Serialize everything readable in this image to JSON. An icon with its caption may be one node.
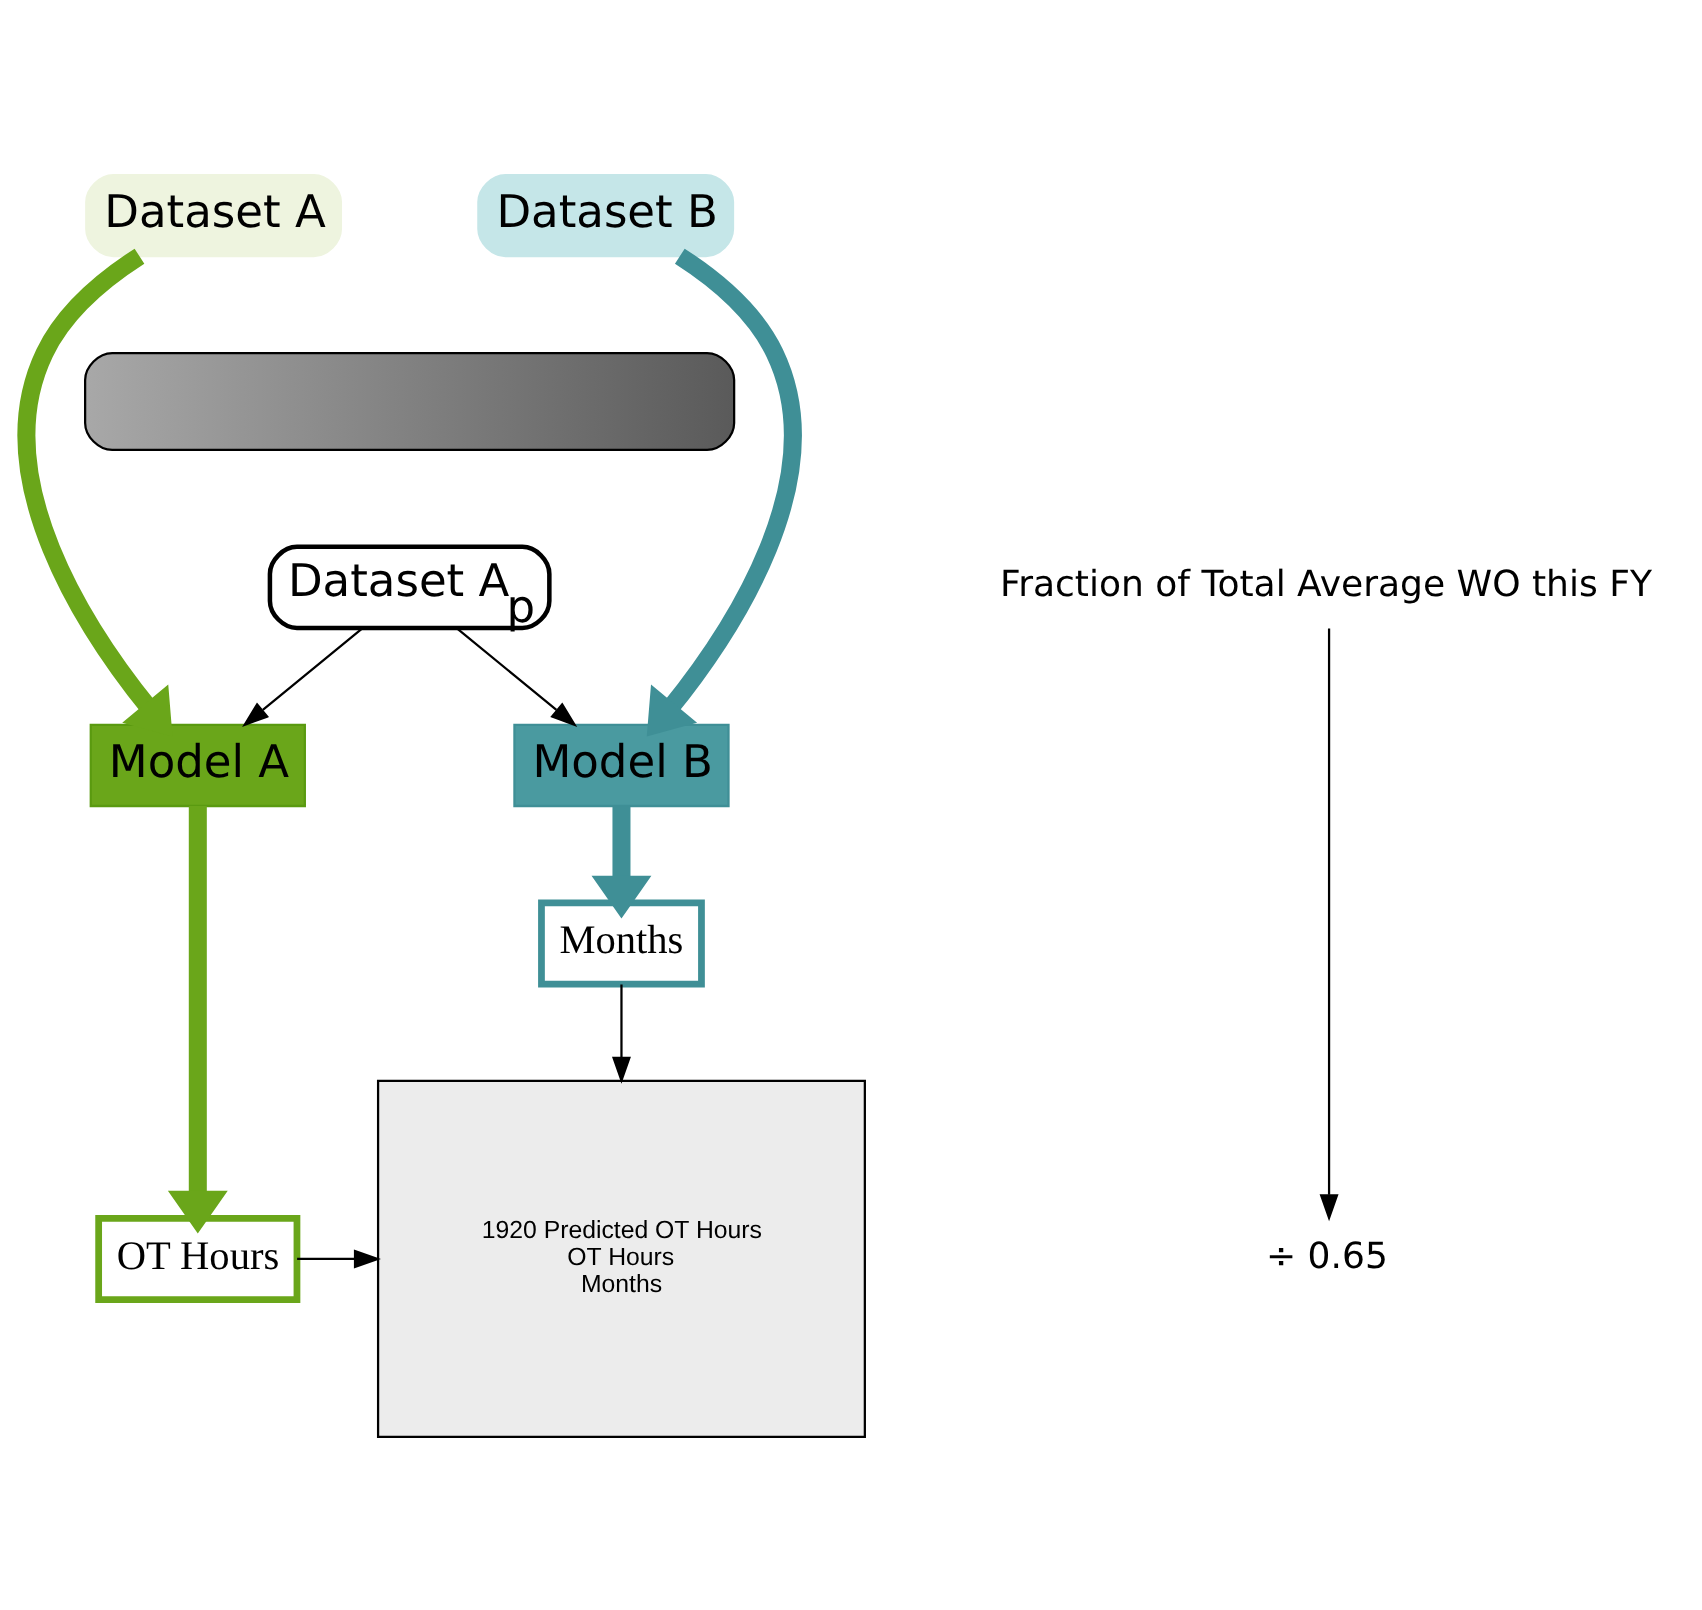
{
  "diagram": {
    "nodes": [
      {
        "text": [
          "Dataset B"
        ]
      },
      {
        "text": [
          "Dataset A"
        ]
      },
      {
        "text": [],
        "shape": "bar"
      },
      {
        "text": [
          "Dataset A$_{p}$"
        ]
      },
      {
        "text": [
          "Model B"
        ]
      },
      {
        "text": [
          "Model A"
        ]
      },
      {
        "text": [
          "OT Hours"
        ]
      },
      {
        "text": [
          "Months"
        ]
      },
      {
        "text": [
          "1920 Predicted OT Hours",
          "OT Hours",
          "Months"
        ]
      },
      {
        "text": [
          "Fraction of Total Average WO this FY"
        ]
      },
      {
        "text": [
          "÷ 0.65"
        ]
      }
    ],
    "edges": [
      {
        "from": 0,
        "to": 4,
        "arrow": "to",
        "style": "thick",
        "color": "#3f8f96"
      },
      {
        "from": 1,
        "to": 5,
        "arrow": "to",
        "style": "thick",
        "color": "#6aa61a"
      },
      {
        "from": 3,
        "to": 4,
        "arrow": "to"
      },
      {
        "from": 3,
        "to": 5,
        "arrow": "to"
      },
      {
        "from": 4,
        "to": 7,
        "arrow": "to",
        "style": "thick",
        "color": "#3f8f96"
      },
      {
        "from": 5,
        "to": 6,
        "arrow": "to",
        "style": "thick",
        "color": "#6aa61a"
      },
      {
        "from": 6,
        "to": 8,
        "arrow": "to"
      },
      {
        "from": 7,
        "to": 8,
        "arrow": "to"
      },
      {
        "from": 9,
        "to": 10,
        "arrow": "to"
      }
    ]
  }
}
